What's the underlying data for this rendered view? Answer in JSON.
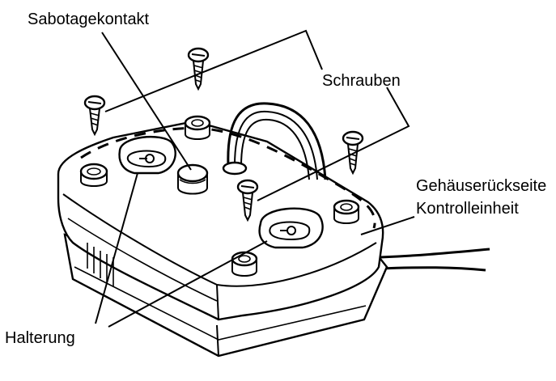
{
  "labels": {
    "sabotage_contact": "Sabotagekontakt",
    "screws": "Schrauben",
    "housing_back_line1": "Gehäuserückseite",
    "housing_back_line2": "Kontrolleinheit",
    "bracket": "Halterung"
  }
}
